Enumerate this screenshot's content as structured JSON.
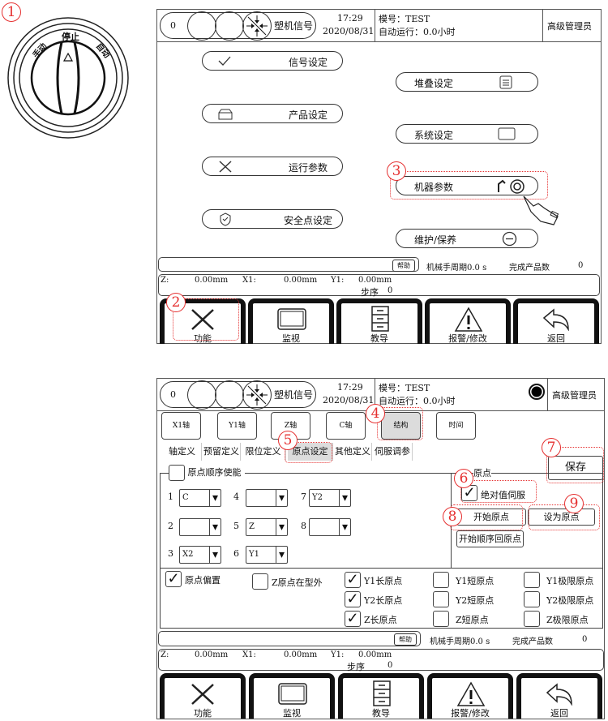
{
  "annotations": [
    "1",
    "2",
    "3",
    "4",
    "5",
    "6",
    "7",
    "8",
    "9"
  ],
  "knob": {
    "stop": "停止",
    "manual": "手动",
    "auto": "自动"
  },
  "colors": {
    "annotation": "#e53030",
    "selected_tab": "#dcdcdc"
  },
  "header": {
    "counter": "0",
    "signal_label": "塑机信号",
    "time": "17:29",
    "date": "2020/08/31",
    "mold": "模号：TEST",
    "auto_run": "自动运行：0.0小时",
    "user": "高级管理员"
  },
  "menu": {
    "left": [
      {
        "label": "信号设定",
        "icon": "check-icon"
      },
      {
        "label": "产品设定",
        "icon": "box-icon"
      },
      {
        "label": "运行参数",
        "icon": "tools-icon"
      },
      {
        "label": "安全点设定",
        "icon": "shield-icon"
      }
    ],
    "right": [
      {
        "label": "堆叠设定",
        "icon": "database-icon"
      },
      {
        "label": "系统设定",
        "icon": "monitor-icon"
      },
      {
        "label": "机器参数",
        "icon": "robot-arm-icon"
      },
      {
        "label": "维护/保养",
        "icon": "minus-circle-icon"
      }
    ]
  },
  "status": {
    "help": "帮助",
    "cycle": "机械手周期0.0 s",
    "finished_label": "完成产品数",
    "finished_value": "0"
  },
  "coords": {
    "z_label": "Z:",
    "z": "0.00mm",
    "x1_label": "X1:",
    "x1": "0.00mm",
    "y1_label": "Y1:",
    "y1": "0.00mm",
    "step_label": "步序",
    "step": "0"
  },
  "footer": [
    {
      "label": "功能",
      "icon": "tools-icon"
    },
    {
      "label": "监视",
      "icon": "monitor-icon"
    },
    {
      "label": "教导",
      "icon": "cabinet-icon"
    },
    {
      "label": "报警/修改",
      "icon": "warning-icon"
    },
    {
      "label": "返回",
      "icon": "back-icon"
    }
  ],
  "tabs": [
    "X1轴",
    "Y1轴",
    "Z轴",
    "C轴",
    "结构",
    "时间"
  ],
  "subtabs": [
    "轴定义",
    "预留定义",
    "限位定义",
    "原点设定",
    "其他定义",
    "伺服调参"
  ],
  "origin": {
    "save": "保存",
    "sequence_enable": "原点顺序使能",
    "sequence_enable_checked": false,
    "right_group": "原点",
    "absolute_servo": "绝对值伺服",
    "absolute_servo_checked": true,
    "start_origin": "开始原点",
    "set_origin": "设为原点",
    "start_sequence": "开始顺序回原点",
    "slots": [
      {
        "n": "1",
        "v": "C"
      },
      {
        "n": "2",
        "v": ""
      },
      {
        "n": "3",
        "v": "X2"
      },
      {
        "n": "4",
        "v": ""
      },
      {
        "n": "5",
        "v": "Z"
      },
      {
        "n": "6",
        "v": "Y1"
      },
      {
        "n": "7",
        "v": "Y2"
      },
      {
        "n": "8",
        "v": ""
      }
    ],
    "checks": [
      {
        "label": "原点偏置",
        "checked": true
      },
      {
        "label": "Z原点在型外",
        "checked": false
      },
      {
        "label": "Y1长原点",
        "checked": true
      },
      {
        "label": "Y2长原点",
        "checked": true
      },
      {
        "label": "Z长原点",
        "checked": true
      },
      {
        "label": "Y1短原点",
        "checked": false
      },
      {
        "label": "Y2短原点",
        "checked": false
      },
      {
        "label": "Z短原点",
        "checked": false
      },
      {
        "label": "Y1极限原点",
        "checked": false
      },
      {
        "label": "Y2极限原点",
        "checked": false
      },
      {
        "label": "Z极限原点",
        "checked": false
      }
    ]
  }
}
